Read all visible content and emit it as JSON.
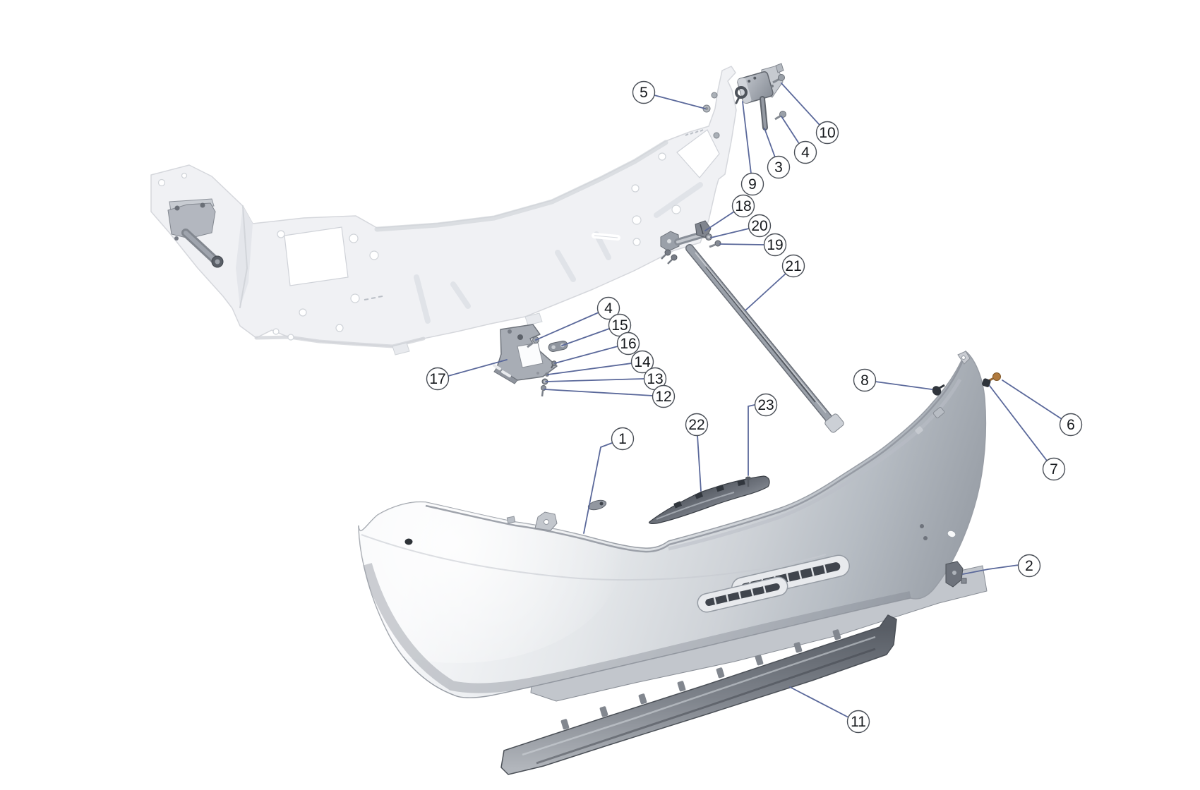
{
  "diagram": {
    "kind": "exploded-parts-diagram",
    "background": "#ffffff"
  },
  "colors": {
    "leader_line": "#5a689a",
    "callout_stroke": "#4a4f57",
    "callout_fill": "#ffffff",
    "number_text": "#15181c"
  },
  "callouts": [
    {
      "label": "5"
    },
    {
      "label": "9"
    },
    {
      "label": "3"
    },
    {
      "label": "4"
    },
    {
      "label": "10"
    },
    {
      "label": "18"
    },
    {
      "label": "20"
    },
    {
      "label": "19"
    },
    {
      "label": "21"
    },
    {
      "label": "17"
    },
    {
      "label": "4"
    },
    {
      "label": "15"
    },
    {
      "label": "16"
    },
    {
      "label": "14"
    },
    {
      "label": "13"
    },
    {
      "label": "12"
    },
    {
      "label": "1"
    },
    {
      "label": "22"
    },
    {
      "label": "23"
    },
    {
      "label": "8"
    },
    {
      "label": "6"
    },
    {
      "label": "7"
    },
    {
      "label": "2"
    },
    {
      "label": "11"
    }
  ]
}
